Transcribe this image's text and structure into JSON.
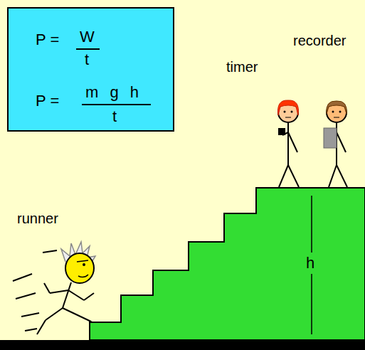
{
  "diagram": {
    "nodes": [
      {
        "text": [
          "P =",
          "W",
          "t",
          "P =",
          "m g h",
          "t"
        ]
      },
      {
        "text": [
          "h"
        ]
      }
    ],
    "labels": [
      "recorder",
      "timer",
      "runner"
    ]
  }
}
